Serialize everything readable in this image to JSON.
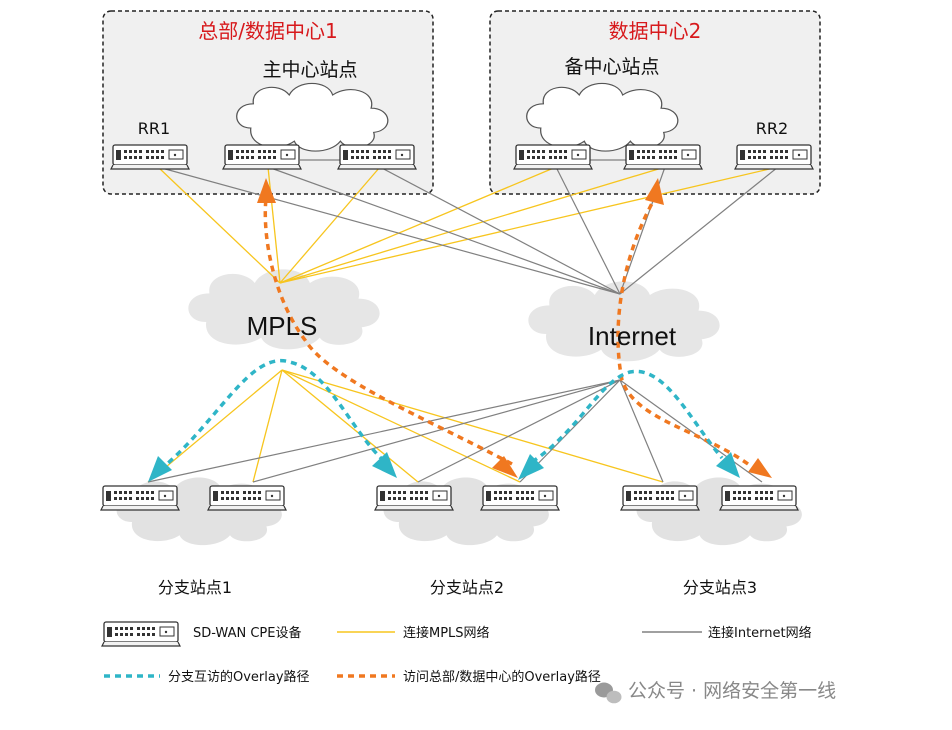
{
  "hq": {
    "title": "总部/数据中心1",
    "site_label": "主中心站点",
    "rr_label": "RR1"
  },
  "dc2": {
    "title": "数据中心2",
    "site_label": "备中心站点",
    "rr_label": "RR2"
  },
  "clouds": {
    "mpls": "MPLS",
    "internet": "Internet"
  },
  "branches": [
    "分支站点1",
    "分支站点2",
    "分支站点3"
  ],
  "legend": {
    "cpe": "SD-WAN CPE设备",
    "mpls_link": "连接MPLS网络",
    "internet_link": "连接Internet网络",
    "branch_overlay": "分支互访的Overlay路径",
    "hq_overlay": "访问总部/数据中心的Overlay路径"
  },
  "watermark": "公众号 · 网络安全第一线",
  "colors": {
    "mpls": "#f7c51e",
    "internet": "#808080",
    "branch_overlay": "#2fb5c7",
    "hq_overlay": "#f07820",
    "title_red": "#d7191c"
  }
}
